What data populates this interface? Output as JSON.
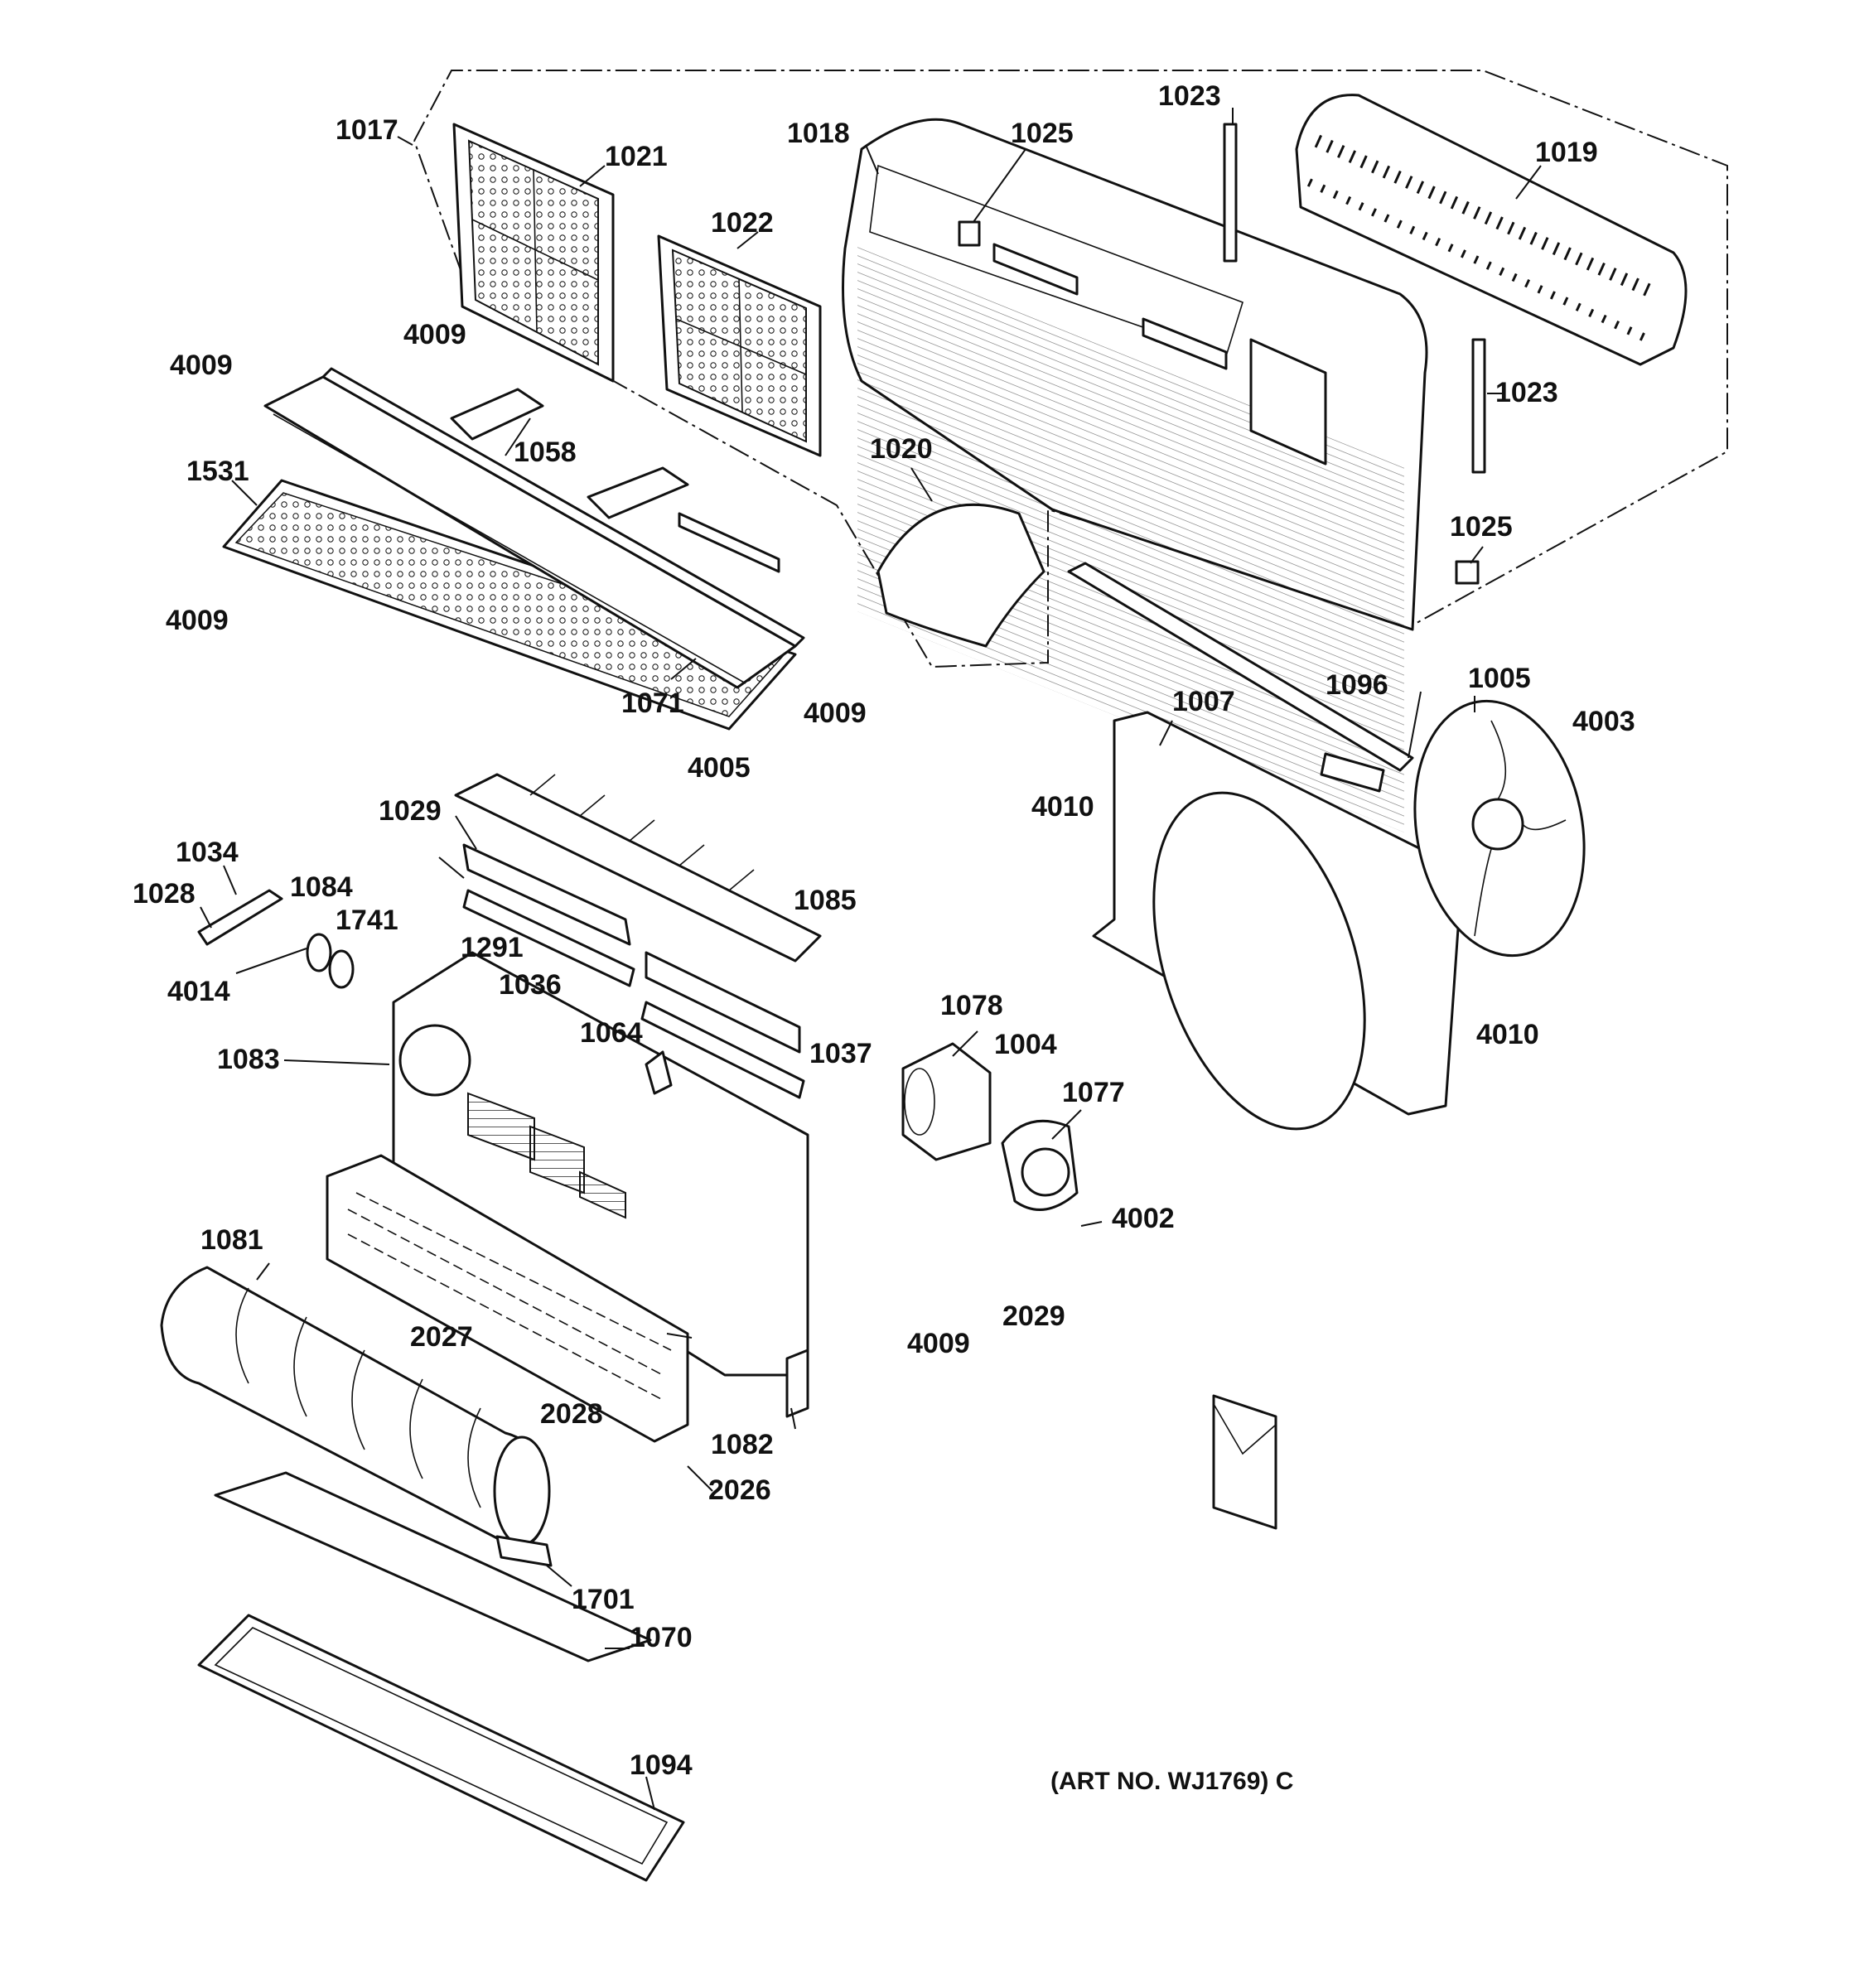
{
  "diagram": {
    "art_number": "(ART NO. WJ1769) C",
    "callouts": [
      "1017",
      "1021",
      "1022",
      "1018",
      "1025",
      "1023",
      "1019",
      "1023",
      "4009",
      "4009",
      "1058",
      "1531",
      "4009",
      "1020",
      "1025",
      "1071",
      "4009",
      "1096",
      "1005",
      "1007",
      "4003",
      "4005",
      "1029",
      "4010",
      "1034",
      "1028",
      "1084",
      "1741",
      "1085",
      "1291",
      "1036",
      "4014",
      "1078",
      "1004",
      "1064",
      "1037",
      "4010",
      "1083",
      "1077",
      "4002",
      "1081",
      "2029",
      "4009",
      "2027",
      "2028",
      "1082",
      "2026",
      "1701",
      "1070",
      "1094"
    ]
  }
}
